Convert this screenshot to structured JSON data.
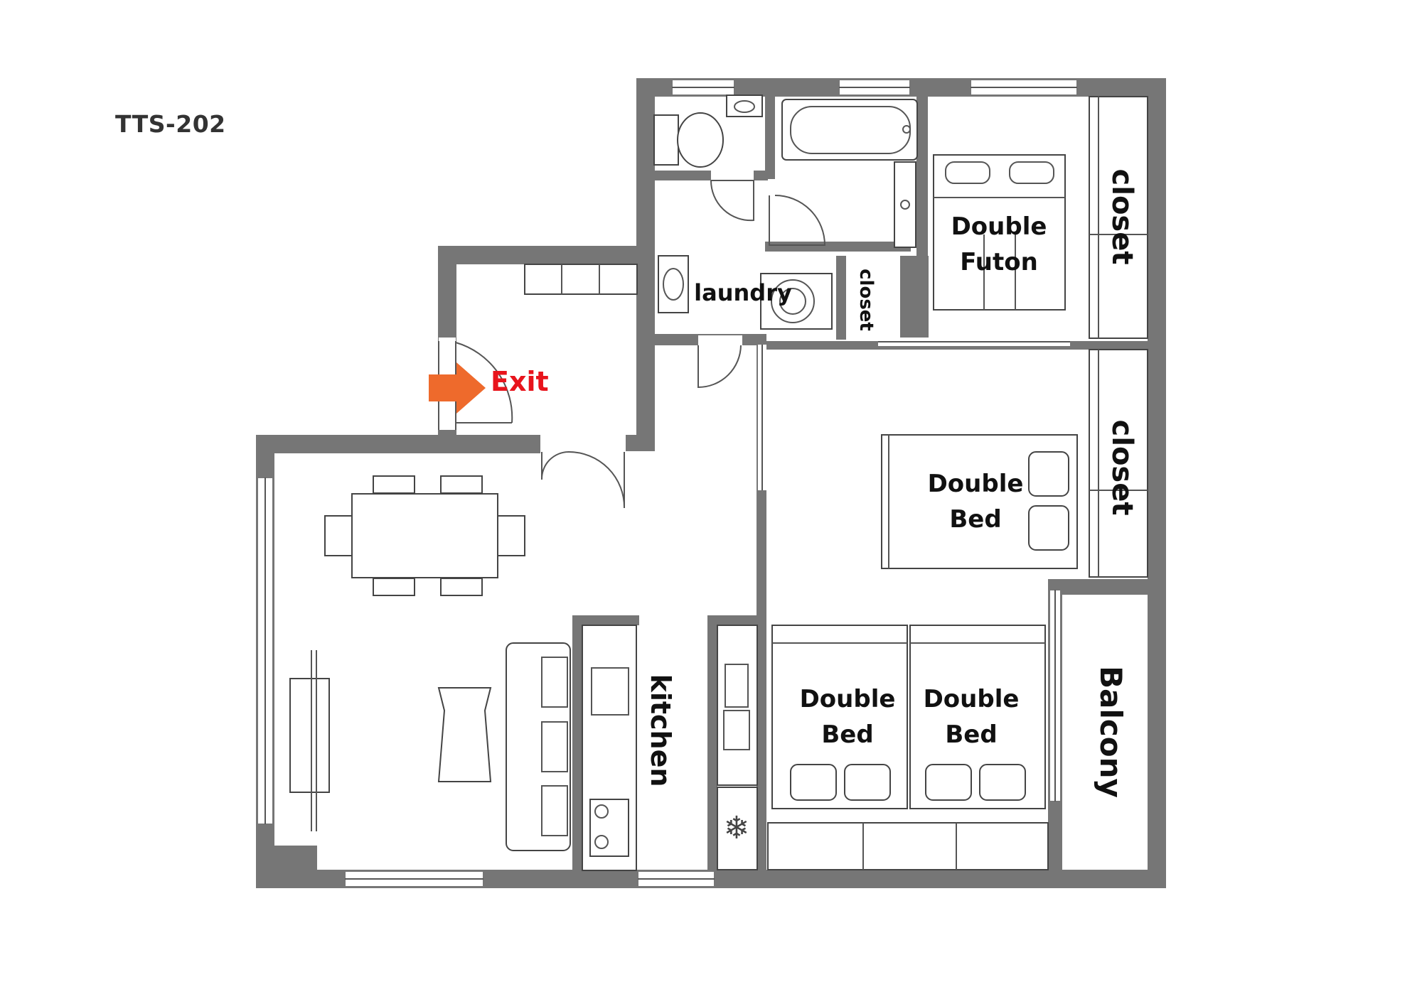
{
  "plan": {
    "title": "TTS-202",
    "exit_label": "Exit",
    "colors": {
      "wall": "#767676",
      "exit_text": "#e8141c",
      "exit_arrow": "#ee6a2c",
      "label": "#111111"
    },
    "rooms": {
      "laundry": "laundry",
      "closet_small": "closet",
      "closet_top": "closet",
      "closet_middle": "closet",
      "kitchen": "kitchen",
      "balcony": "Balcony"
    },
    "futon": {
      "line1": "Double",
      "line2": "Futon"
    },
    "bed_middle": {
      "line1": "Double",
      "line2": "Bed"
    },
    "bed_left": {
      "line1": "Double",
      "line2": "Bed"
    },
    "bed_right": {
      "line1": "Double",
      "line2": "Bed"
    },
    "icons": [
      "exit-arrow-icon",
      "snowflake-icon"
    ]
  }
}
